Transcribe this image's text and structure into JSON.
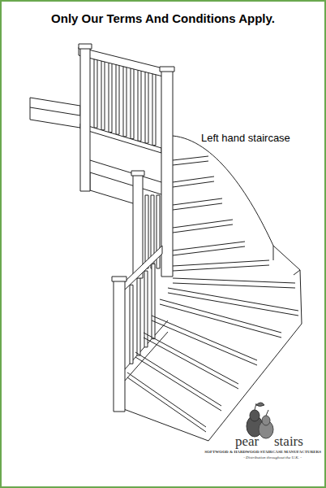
{
  "diagram": {
    "title": "Only Our Terms And Conditions Apply.",
    "labels": [
      "Left hand staircase",
      "pear",
      "stairs",
      "SOFTWOOD & HARDWOOD STAIRCASE MANUFACTURERS",
      "- Distribution throughout the U.K. -"
    ]
  }
}
